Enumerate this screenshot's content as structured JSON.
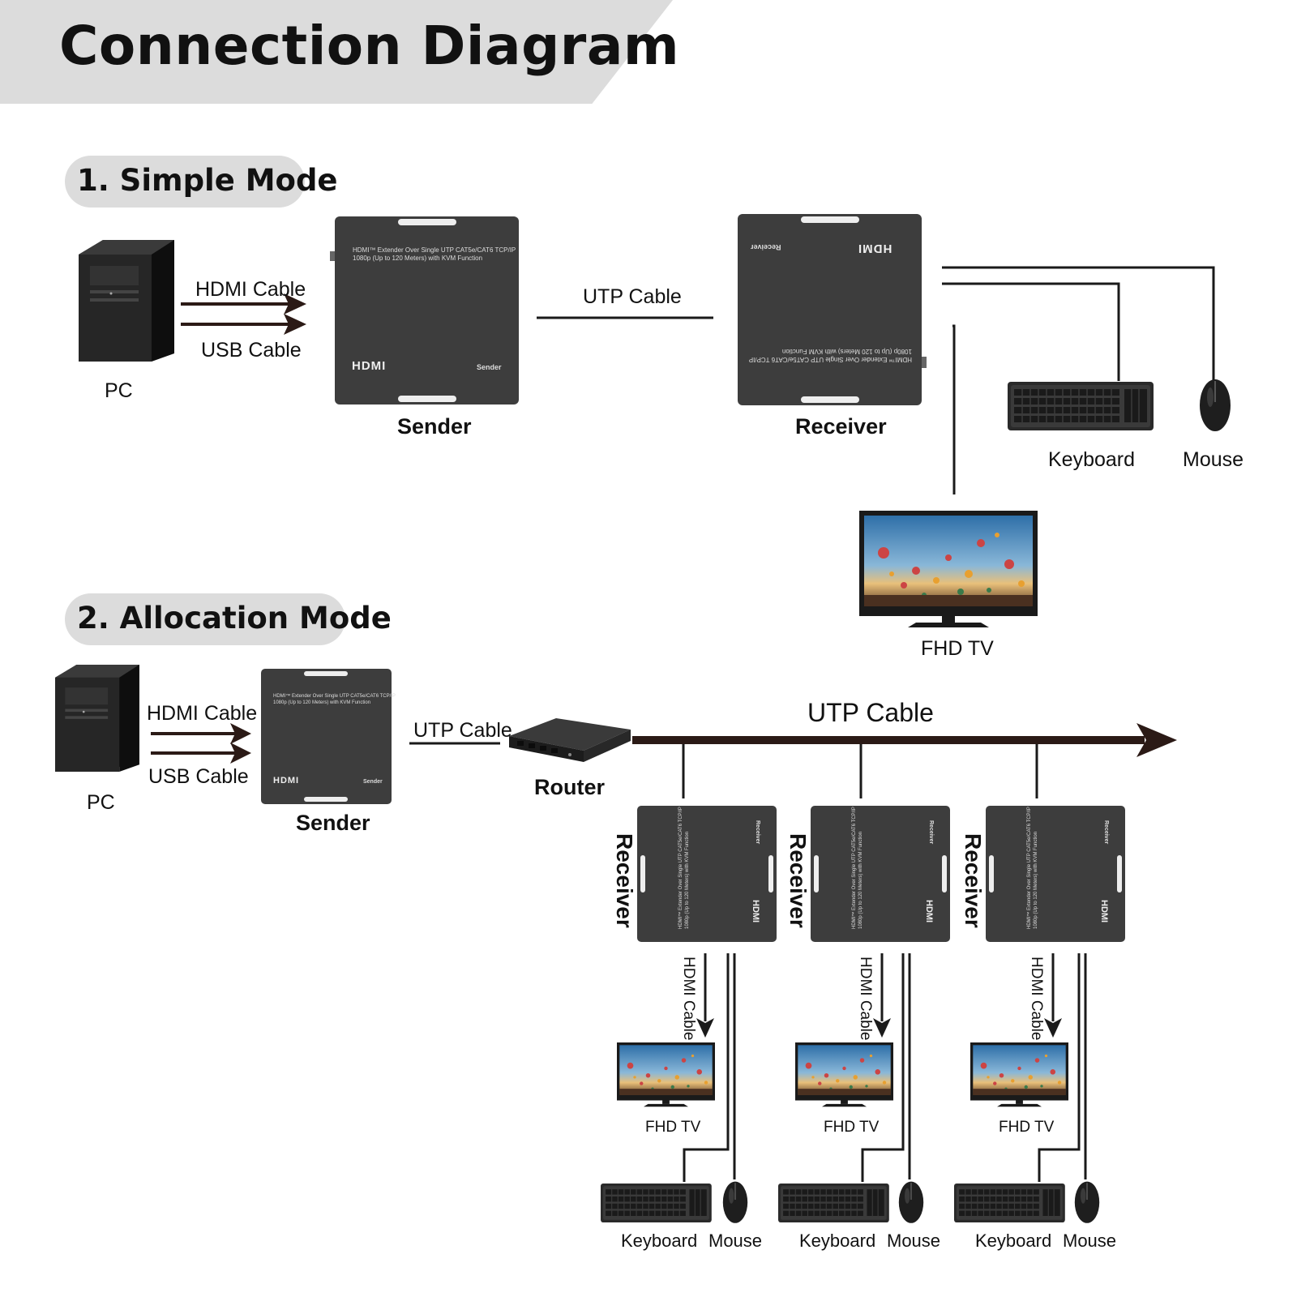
{
  "title": "Connection Diagram",
  "simple_mode": {
    "heading": "1. Simple Mode",
    "pc_label": "PC",
    "hdmi_cable": "HDMI Cable",
    "usb_cable": "USB Cable",
    "sender_label": "Sender",
    "utp_cable": "UTP Cable",
    "receiver_label": "Receiver",
    "keyboard_label": "Keyboard",
    "mouse_label": "Mouse",
    "tv_label": "FHD TV"
  },
  "allocation_mode": {
    "heading": "2. Allocation Mode",
    "pc_label": "PC",
    "hdmi_cable": "HDMI Cable",
    "usb_cable": "USB Cable",
    "sender_label": "Sender",
    "utp_cable_short": "UTP Cable",
    "router_label": "Router",
    "utp_cable_main": "UTP Cable",
    "branches": [
      {
        "receiver_label": "Receiver",
        "hdmi_cable": "HDMI Cable",
        "tv_label": "FHD TV",
        "keyboard_label": "Keyboard",
        "mouse_label": "Mouse"
      },
      {
        "receiver_label": "Receiver",
        "hdmi_cable": "HDMI Cable",
        "tv_label": "FHD TV",
        "keyboard_label": "Keyboard",
        "mouse_label": "Mouse"
      },
      {
        "receiver_label": "Receiver",
        "hdmi_cable": "HDMI Cable",
        "tv_label": "FHD TV",
        "keyboard_label": "Keyboard",
        "mouse_label": "Mouse"
      }
    ]
  },
  "device_print": {
    "sender_line1": "HDMI™ Extender Over Single UTP CAT5e/CAT6 TCP/IP",
    "sender_line2": "1080p (Up to 120 Meters) with KVM Function",
    "brand": "HDMI",
    "sender_tag": "Sender",
    "receiver_tag": "Receiver"
  },
  "colors": {
    "band": "#dcdcdc",
    "device": "#3d3d3d",
    "line": "#1a1a1a",
    "arrow": "#2b1a16"
  }
}
